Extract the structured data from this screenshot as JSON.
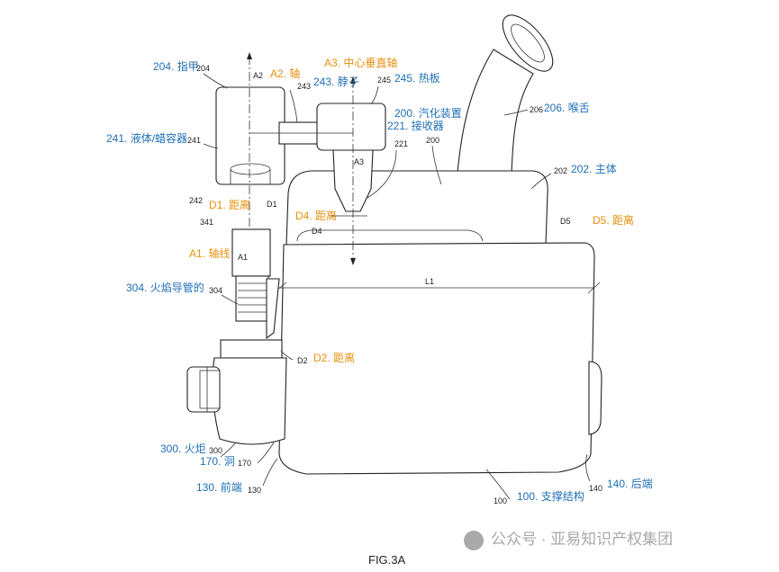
{
  "figure_caption": "FIG.3A",
  "watermark": "公众号 · 亚易知识产权集团",
  "labels": {
    "l204": "204. 指甲",
    "l241": "241. 液体/蜡容器",
    "l243": "243. 脖子",
    "l245": "245. 热板",
    "l200": "200. 汽化装置",
    "l221": "221. 接收器",
    "l206": "206. 喉舌",
    "l202": "202. 主体",
    "l304": "304. 火焰导管的",
    "l300": "300. 火炬",
    "l170": "170. 洞",
    "l130": "130. 前端",
    "l100": "100. 支撑结构",
    "l140": "140. 后端",
    "lA2": "A2. 轴",
    "lA3": "A3. 中心垂直轴",
    "lD1": "D1. 距离",
    "lD4": "D4. 距离",
    "lD5": "D5. 距离",
    "lA1": "A1. 轴线",
    "lD2": "D2. 距离"
  },
  "refs": {
    "r204": "204",
    "rA2": "A2",
    "r243": "243",
    "r245": "245",
    "r200": "200",
    "r221": "221",
    "r206": "206",
    "r241": "241",
    "r202": "202",
    "rA3": "A3",
    "r242": "242",
    "rD1": "D1",
    "rD4": "D4",
    "rD5": "D5",
    "r341": "341",
    "rA1": "A1",
    "rL1": "L1",
    "r304": "304",
    "rD2": "D2",
    "r300": "300",
    "r170": "170",
    "r130": "130",
    "r140": "140",
    "r100": "100"
  },
  "colors": {
    "blue_label": "#1f6fb5",
    "orange_label": "#e8900c",
    "line": "#222222"
  }
}
